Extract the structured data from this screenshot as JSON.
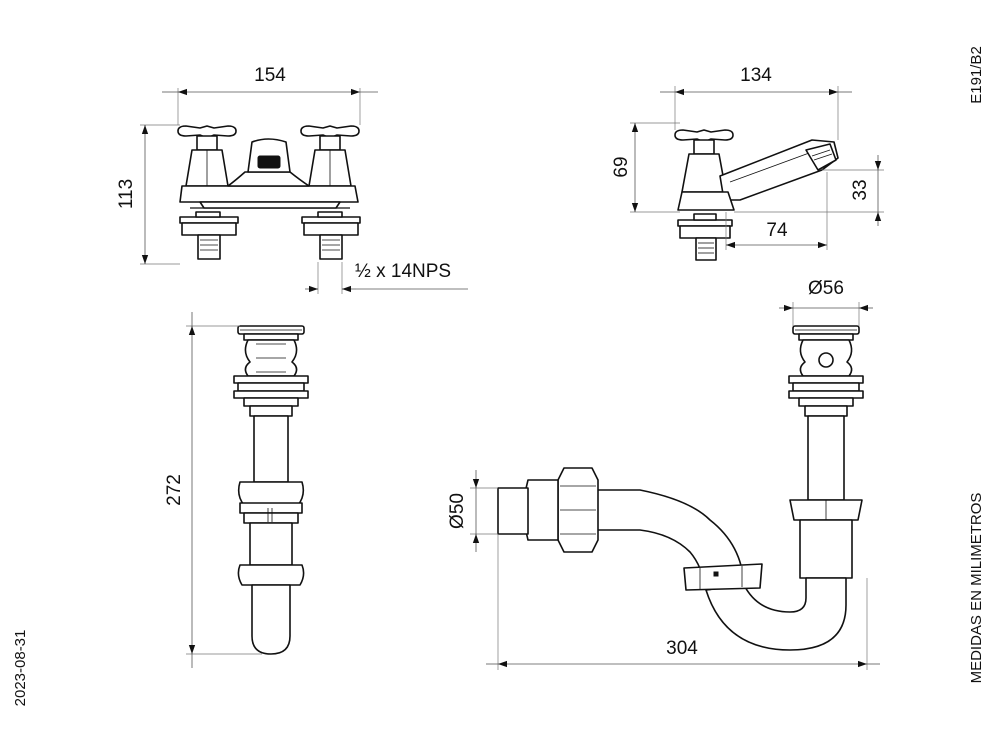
{
  "drawing_code": "E191/B2",
  "date": "2023-08-31",
  "units_note": "MEDIDAS EN MILIMETROS",
  "dimensions": {
    "faucet_width": "154",
    "faucet_height": "113",
    "connection_thread": "½ x 14NPS",
    "pillar_width": "134",
    "pillar_height": "69",
    "spout_reach": "74",
    "spout_height": "33",
    "drain_height": "272",
    "drain_diameter": "Ø56",
    "trap_outlet_diameter": "Ø50",
    "trap_length": "304"
  },
  "colors": {
    "line": "#111111",
    "background": "#ffffff"
  }
}
